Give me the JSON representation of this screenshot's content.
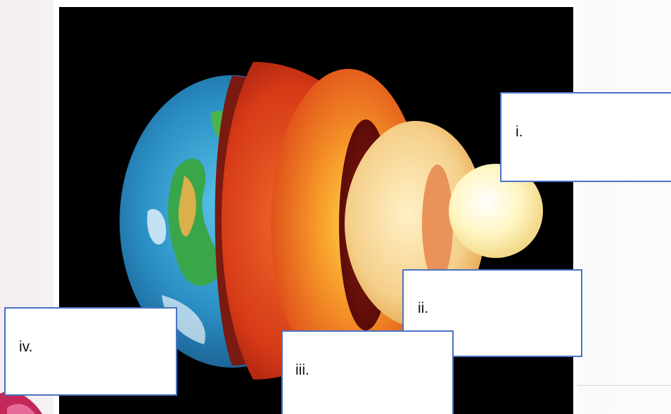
{
  "labels": {
    "i": "i.",
    "ii": "ii.",
    "iii": "iii.",
    "iv": "iv."
  },
  "colors": {
    "box_border": "#4a72c4",
    "background": "#000000",
    "crust_ocean": "#2a8fc4",
    "mantle": "#e2461c",
    "outer_core": "#f6cf84",
    "inner_core": "#fff3b8"
  }
}
